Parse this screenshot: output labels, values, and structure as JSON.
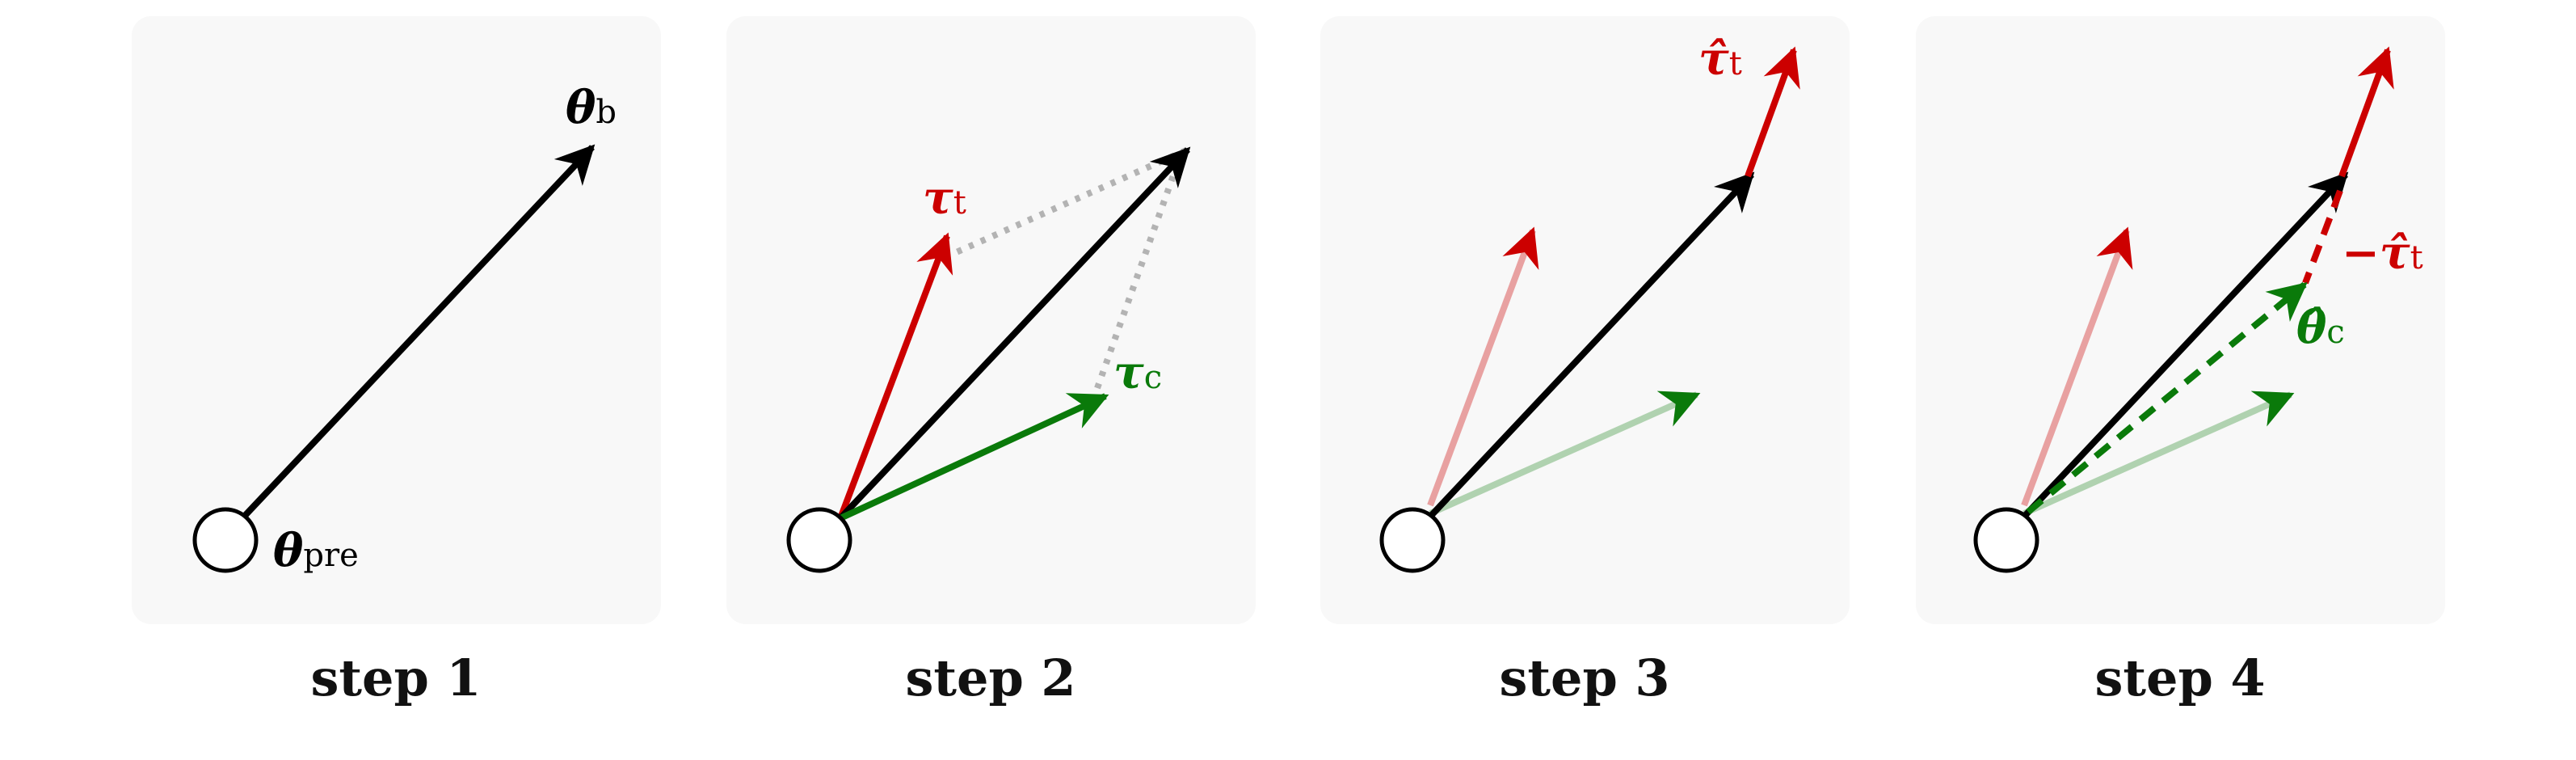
{
  "colors": {
    "black": "#000000",
    "red": "#cc0000",
    "green": "#0a7a0a",
    "gray": "#b3b3b3",
    "panel": "#f8f8f8"
  },
  "panels": [
    {
      "caption": "step 1",
      "labels": {
        "theta_pre": "θ",
        "theta_pre_sub": "pre",
        "theta_b": "θ",
        "theta_b_sub": "b"
      }
    },
    {
      "caption": "step 2",
      "labels": {
        "tau_t": "τ",
        "tau_t_sub": "t",
        "tau_c": "τ",
        "tau_c_sub": "c"
      }
    },
    {
      "caption": "step 3",
      "labels": {
        "tau_hat_t": "τ̂",
        "tau_hat_t_sub": "t"
      }
    },
    {
      "caption": "step 4",
      "labels": {
        "neg_tau_hat_t": "−τ̂",
        "neg_tau_hat_t_sub": "t",
        "theta_hat_c": "θ̂",
        "theta_hat_c_sub": "c"
      }
    }
  ]
}
